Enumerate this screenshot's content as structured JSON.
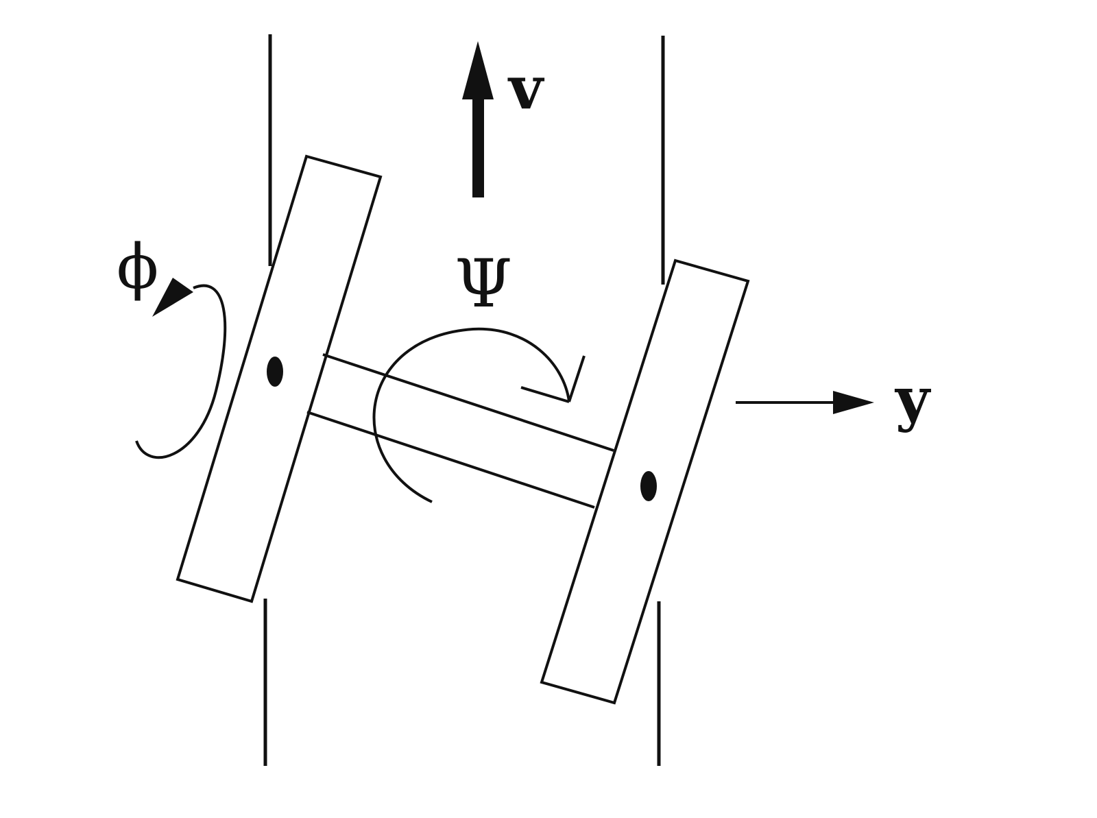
{
  "labels": {
    "velocity": "v",
    "lateral": "y",
    "yaw": "Ψ",
    "roll": "ϕ"
  },
  "colors": {
    "ink": "#111111",
    "background": "#ffffff"
  }
}
